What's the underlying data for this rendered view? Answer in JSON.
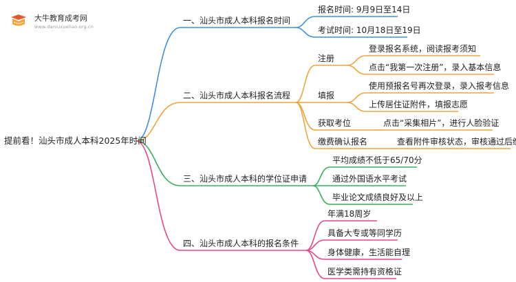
{
  "logo": {
    "title": "大牛教育成考网",
    "subtitle": "www.daniuxueliao.org.cn"
  },
  "colors": {
    "branch1": "#3d8fe0",
    "branch2": "#f1a43a",
    "branch3": "#38b05a",
    "branch4": "#e8458a"
  },
  "root": "提前看！汕头市成人本科2025年时间",
  "branches": [
    {
      "label": "一、汕头市成人本科报名时间",
      "children": [
        {
          "label": "报名时间: 9月9日至14日"
        },
        {
          "label": "考试时间: 10月18日至19日"
        }
      ]
    },
    {
      "label": "二、汕头市成人本科报名流程",
      "children": [
        {
          "label": "注册",
          "children": [
            {
              "label": "登录报名系统，阅读报考须知"
            },
            {
              "label": "点击“我第一次注册”，录入基本信息"
            }
          ]
        },
        {
          "label": "填报",
          "children": [
            {
              "label": "使用预报名号再次登录，录入报考信息"
            },
            {
              "label": "上传居住证附件，填报志愿"
            }
          ]
        },
        {
          "label": "获取考位",
          "children": [
            {
              "label": "点击“采集相片”，进行人脸验证"
            }
          ]
        },
        {
          "label": "缴费确认报名",
          "children": [
            {
              "label": "查看附件审核状态，审核通过后缴费"
            }
          ]
        }
      ]
    },
    {
      "label": "三、汕头市成人本科的学位证申请",
      "children": [
        {
          "label": "平均成绩不低于65/70分"
        },
        {
          "label": "通过外国语水平考试"
        },
        {
          "label": "毕业论文成绩良好及以上"
        }
      ]
    },
    {
      "label": "四、汕头市成人本科的报名条件",
      "children": [
        {
          "label": "年满18周岁"
        },
        {
          "label": "具备大专或等同学历"
        },
        {
          "label": "身体健康，生活能自理"
        },
        {
          "label": "医学类需持有资格证"
        }
      ]
    }
  ]
}
